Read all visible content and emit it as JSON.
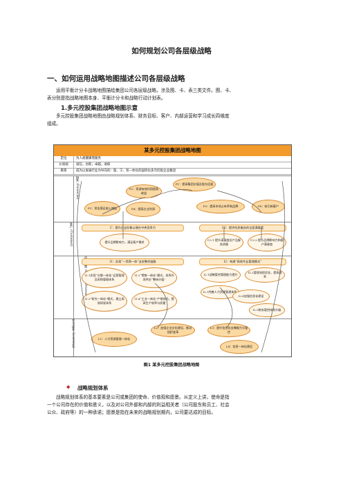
{
  "doc": {
    "title": "如何规划公司各层级战略",
    "heading1": "一、如何运用战略地图描述公司各层级战略",
    "intro_line1": "运用平衡计分卡战略地图描绘集团公司各层级战略，涉及图、卡、表三类文件。图、卡、",
    "intro_line2": "表分别是指战略地图本身、平衡计分卡和战略行动计划表。",
    "heading2": "1.多元控股集团战略地图示意",
    "body_line1": "多元控股集团战略地图由战略规划体系、财务目标、客户、内部运营和学习成长四维度",
    "body_line2": "组成。",
    "figure_caption": "图1       某多元控股集团战略地图",
    "heading3": "战略规划体系",
    "body2_line1": "战略规划体系的基本要素是公司或集团的使命、价值观和愿景。从定义上讲，使命是指",
    "body2_line2": "一个公司存在的价值和意义，以及对公司外部和内部的利益相关者（公司股东和员工、社会",
    "body2_line3": "公众、政府等）的一种承诺；愿景是指在未来的战略规划期内，公司要达成的目标。"
  },
  "figure": {
    "title": "某多元控股集团战略地图",
    "rows": [
      {
        "k": "定位",
        "v": "为人类健康而服务"
      },
      {
        "k": "价值观",
        "v": "诚信，创新，卓越，进取"
      },
      {
        "k": "愿景",
        "v": "成为以发展行业为导向的：医、工、贸一体化的国际化多元控股企业集团"
      }
    ],
    "bands": [
      {
        "label": "财务 (Financial)"
      },
      {
        "label": "客户 (Customer)"
      },
      {
        "label": "内部运营 (Internal Processes)"
      },
      {
        "label": "学习成长 (Learning)"
      }
    ],
    "financial_nodes": [
      "F1：提高集团价值及股东回报",
      "F2：资源有效利用提高收益",
      "F3：资金营运收入增加",
      "F4：提高主业利润",
      "F5：提高市场占有率和品牌",
      "F6：吸引新客户"
    ],
    "customer_headers": [
      "C：提升企业形象以便在中央竞争力",
      "C2：提供优质服务的全面满意度"
    ],
    "customer_nodes": [
      "提升品牌影响力，满足客户需求",
      "C2.1 提升满意度及产品服务质量",
      "C2.2 提升品牌影响力和客户满意度"
    ],
    "internal_headers": [
      "I1：实现“一资两一体”业务整合链路",
      "I2：构建“高效专业管理模式”"
    ],
    "internal_nodes": [
      "I1.1实现“分散一体化”运营管理及采购管理体系",
      "I1.2“零售一体化”模式、发挥外采供应“整体价值”",
      "I1.3“研究一体化”模式，建立高效研发体系",
      "I1.4“工业一体化”产销协同，提高生产效率与质量",
      "I2.1战略管控管理能力提升",
      "I2.2管理流程优化，提高效率",
      "I2.3完善人力资源管理体系",
      "I2.4加强信息化建设",
      "I2.5财务管控体系升级"
    ],
    "learning_nodes": [
      "L1：人力资源管理一体化",
      "L2：加强企业文化建设，推动组织变革",
      "L3：提升信息化支撑能力与管控",
      "L4：信息一体化建设"
    ]
  }
}
